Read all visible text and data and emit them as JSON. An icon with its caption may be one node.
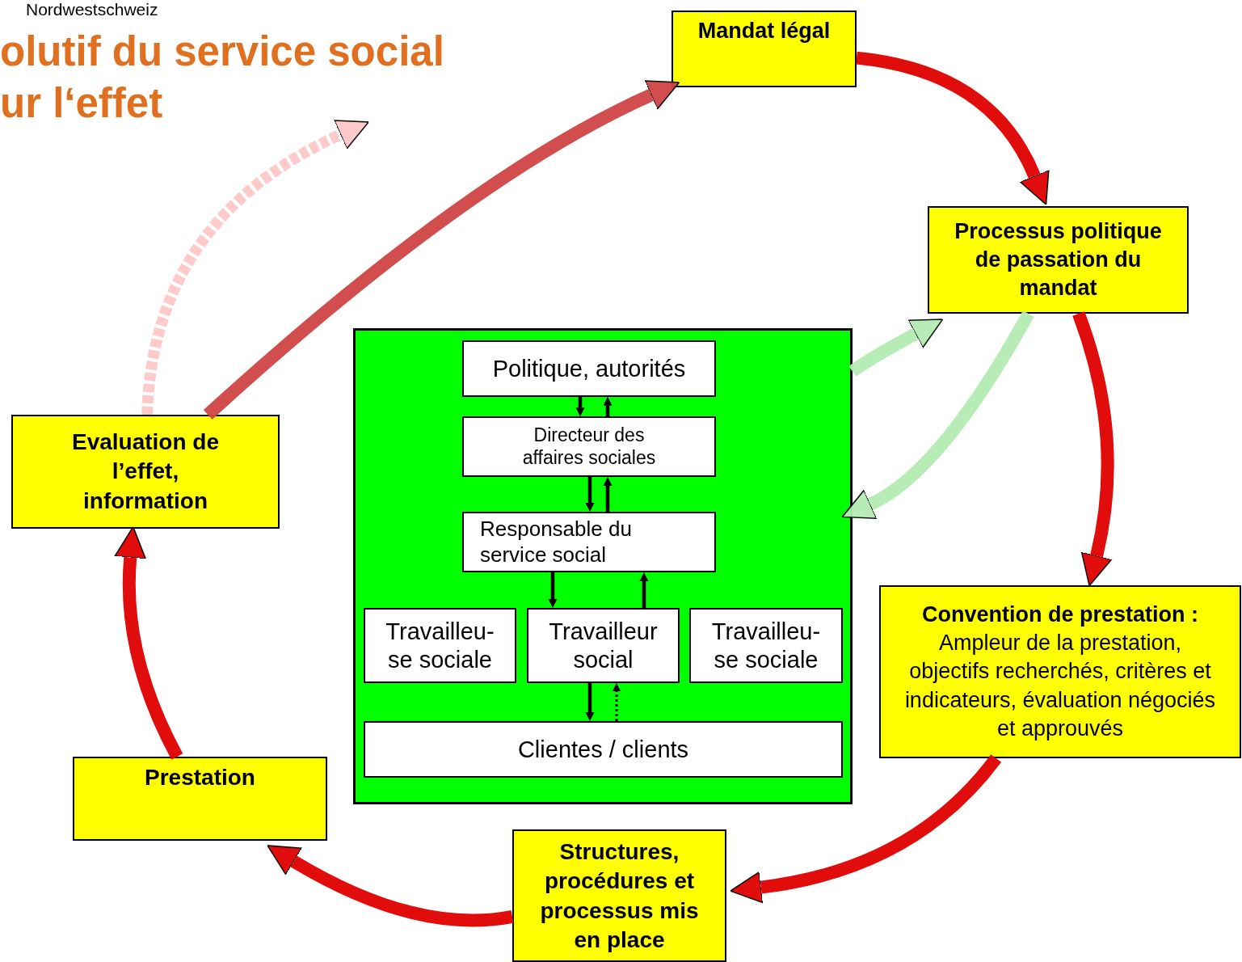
{
  "diagram": {
    "title": "olutif du service social ur l‘effet",
    "nodes": [
      {
        "text": [
          "Mandat légal"
        ]
      },
      {
        "text": [
          "Processus politique de passation du mandat"
        ]
      },
      {
        "text": [
          "Convention de prestation :",
          "Ampleur de la prestation, objectifs recherchés, critères et indicateurs, évaluation négociés et approuvés"
        ]
      },
      {
        "text": [
          "Structures, procédures et processus mis en place"
        ]
      },
      {
        "text": [
          "Prestation"
        ]
      },
      {
        "text": [
          "Evaluation de l’effet, information"
        ]
      },
      {
        "text": [],
        "shape": "box"
      },
      {
        "text": [
          "Politique, autorités"
        ],
        "in": 6
      },
      {
        "text": [
          "Directeur des affaires sociales"
        ],
        "in": 6
      },
      {
        "text": [
          "Responsable du service social"
        ],
        "in": 6
      },
      {
        "text": [
          "Travailleu-se sociale"
        ],
        "in": 6
      },
      {
        "text": [
          "Travailleur social"
        ],
        "in": 6
      },
      {
        "text": [
          "Travailleu-se sociale"
        ],
        "in": 6
      },
      {
        "text": [
          "Clientes / clients"
        ],
        "in": 6
      }
    ],
    "edges": [
      {
        "from": 0,
        "to": 1,
        "arrow": "to",
        "color": "#e00000"
      },
      {
        "from": 1,
        "to": 2,
        "arrow": "to",
        "color": "#e00000"
      },
      {
        "from": 2,
        "to": 3,
        "arrow": "to",
        "color": "#e00000"
      },
      {
        "from": 3,
        "to": 4,
        "arrow": "to",
        "color": "#e00000"
      },
      {
        "from": 4,
        "to": 5,
        "arrow": "to",
        "color": "#e00000"
      },
      {
        "from": 5,
        "to": 0,
        "arrow": "to",
        "color": "#d04545"
      },
      {
        "from": 5,
        "to": null,
        "arrow": "to",
        "style": "dashed",
        "color": "#ffc8c8"
      },
      {
        "from": 6,
        "to": 1,
        "arrow": "to",
        "color": "#b4ecb4"
      },
      {
        "from": 1,
        "to": 6,
        "arrow": "to",
        "color": "#b4ecb4"
      },
      {
        "from": 7,
        "to": 8,
        "arrow": "to"
      },
      {
        "from": 8,
        "to": 7,
        "arrow": "to"
      },
      {
        "from": 8,
        "to": 9,
        "arrow": "to"
      },
      {
        "from": 9,
        "to": 8,
        "arrow": "to"
      },
      {
        "from": 9,
        "to": 11,
        "arrow": "to"
      },
      {
        "from": 11,
        "to": 9,
        "arrow": "to"
      },
      {
        "from": 11,
        "to": 13,
        "arrow": "to"
      },
      {
        "from": 13,
        "to": 11,
        "arrow": "to",
        "style": "dashed"
      }
    ],
    "labels": [
      "Nordwestschweiz"
    ]
  }
}
